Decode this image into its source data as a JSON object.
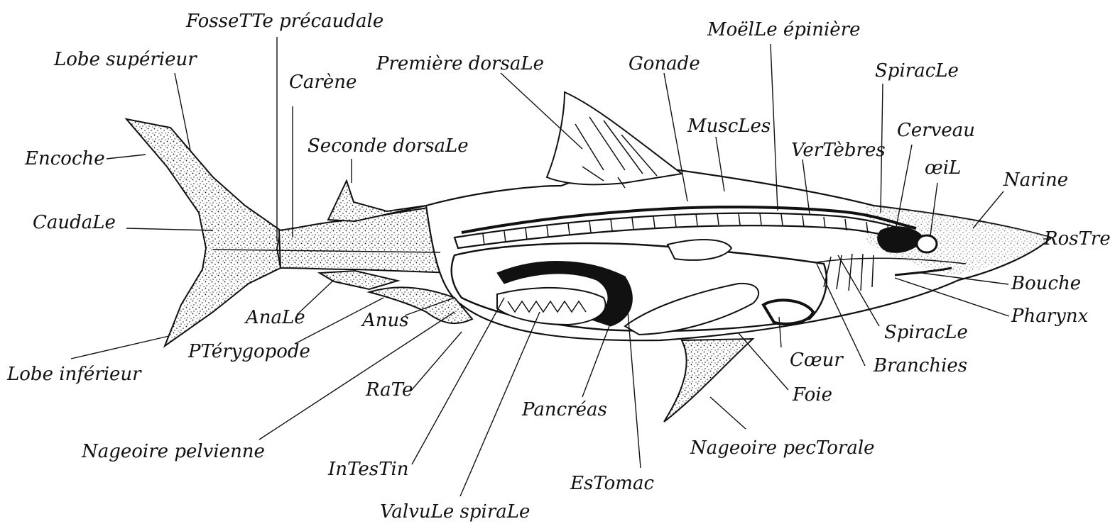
{
  "labels": {
    "fossette_precaudale": "FosseTTe précaudale",
    "lobe_superieur": "Lobe supérieur",
    "carene": "Carène",
    "premiere_dorsale": "Première dorsaLe",
    "gonade": "Gonade",
    "moelle_epiniere": "MoëlLe épinière",
    "spiracle_top": "SpiracLe",
    "cerveau": "Cerveau",
    "muscles": "MuscLes",
    "vertebres": "VerTèbres",
    "oeil": "œiL",
    "narine": "Narine",
    "rostre": "RosTre",
    "bouche": "Bouche",
    "pharynx": "Pharynx",
    "spiracle_bottom": "SpiracLe",
    "branchies": "Branchies",
    "coeur": "Cœur",
    "foie": "Foie",
    "nageoire_pectorale": "Nageoire pecTorale",
    "estomac": "EsTomac",
    "pancreas": "Pancréas",
    "valvule_spirale": "ValvuLe spiraLe",
    "intestin": "InTesTin",
    "nageoire_pelvienne": "Nageoire pelvienne",
    "rate": "RaTe",
    "anus": "Anus",
    "pterygopode": "PTérygopode",
    "anale": "AnaLe",
    "lobe_inferieur": "Lobe inférieur",
    "caudale": "CaudaLe",
    "encoche": "Encoche",
    "seconde_dorsale": "Seconde dorsaLe"
  },
  "colors": {
    "ink": "#111111",
    "background": "#ffffff"
  }
}
